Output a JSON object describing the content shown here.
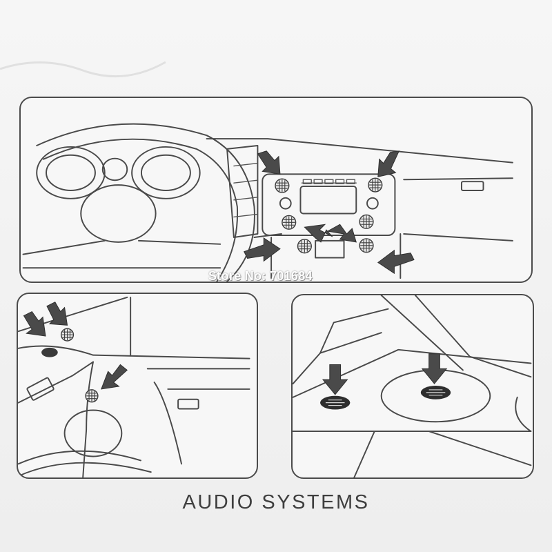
{
  "watermark": {
    "text": "Store No: 701684"
  },
  "caption": {
    "text": "AUDIO SYSTEMS"
  },
  "panels": [
    {
      "name": "dashboard-view"
    },
    {
      "name": "door-pillar-view"
    },
    {
      "name": "rear-deck-view"
    }
  ],
  "icons": {
    "arrow": "pointer-arrow-icon",
    "speaker": "speaker-grille-icon"
  },
  "colors": {
    "line": "#4a4a4a",
    "paper": "#f3f3f3"
  }
}
